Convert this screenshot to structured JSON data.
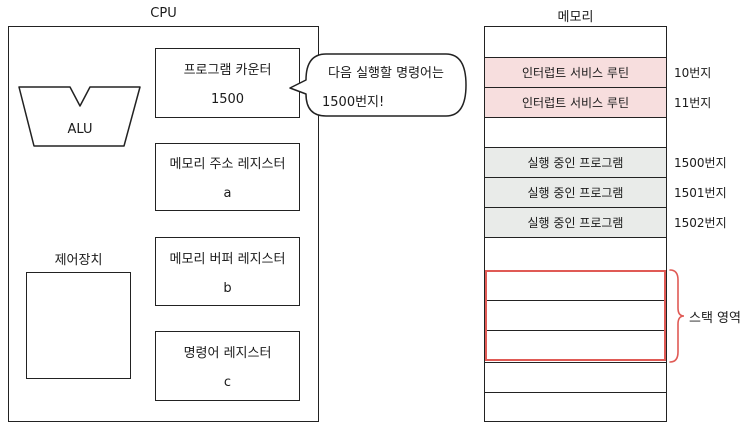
{
  "cpu": {
    "title": "CPU",
    "alu_label": "ALU",
    "control_unit_label": "제어장치",
    "registers": [
      {
        "name": "프로그램 카운터",
        "value": "1500"
      },
      {
        "name": "메모리 주소 레지스터",
        "value": "a"
      },
      {
        "name": "메모리 버퍼 레지스터",
        "value": "b"
      },
      {
        "name": "명령어 레지스터",
        "value": "c"
      }
    ],
    "speech_bubble": {
      "line1": "다음 실행할 명령어는",
      "line2": "1500번지!"
    }
  },
  "memory": {
    "title": "메모리",
    "cells": [
      {
        "text": "인터럽트 서비스 루틴",
        "address": "10번지",
        "fill": "#f7dede"
      },
      {
        "text": "인터럽트 서비스 루틴",
        "address": "11번지",
        "fill": "#f7dede"
      },
      {
        "text": "실행 중인 프로그램",
        "address": "1500번지",
        "fill": "#e9ebe9"
      },
      {
        "text": "실행 중인 프로그램",
        "address": "1501번지",
        "fill": "#e9ebe9"
      },
      {
        "text": "실행 중인 프로그램",
        "address": "1502번지",
        "fill": "#e9ebe9"
      }
    ],
    "stack_label": "스택 영역",
    "stack_color": "#e05a55"
  }
}
